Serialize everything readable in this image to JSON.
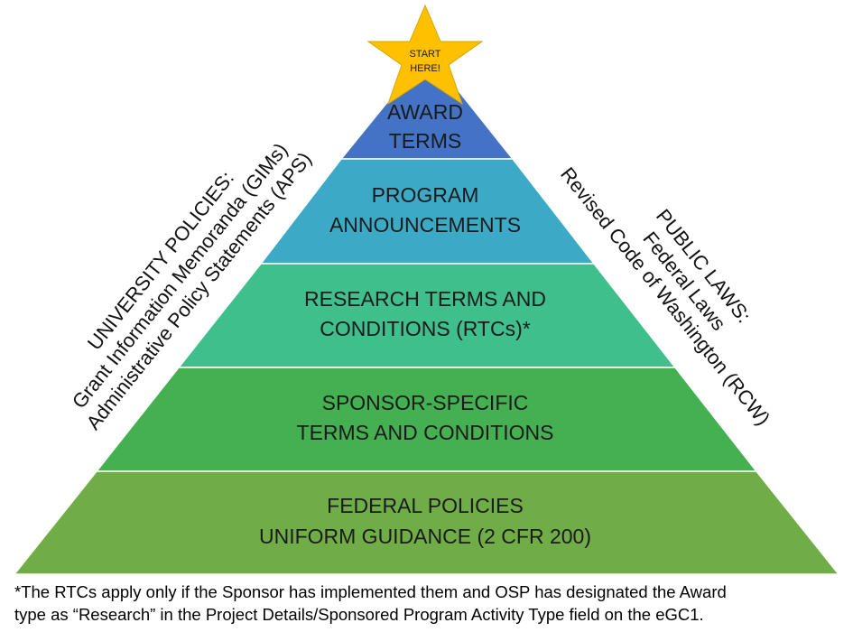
{
  "star": {
    "line1": "START",
    "line2": "HERE!",
    "color": "#FFC000"
  },
  "tiers": [
    {
      "line1": "AWARD",
      "line2": "TERMS",
      "color": "#4472C4"
    },
    {
      "line1": "PROGRAM",
      "line2": "ANNOUNCEMENTS",
      "color": "#3CA9C6"
    },
    {
      "line1": "RESEARCH TERMS AND",
      "line2": "CONDITIONS (RTCs)*",
      "color": "#3FBF8C"
    },
    {
      "line1": "SPONSOR-SPECIFIC",
      "line2": "TERMS AND CONDITIONS",
      "color": "#45B052"
    },
    {
      "line1": "FEDERAL POLICIES",
      "line2": "UNIFORM GUIDANCE (2 CFR 200)",
      "color": "#70AD47"
    }
  ],
  "left_side": {
    "line1": "UNIVERSITY POLICIES:",
    "line2": "Grant Information Memoranda (GIMs)",
    "line3": "Administrative Policy Statements (APS)"
  },
  "right_side": {
    "line1": "PUBLIC LAWS:",
    "line2": "Federal Laws",
    "line3": "Revised Code of Washington (RCW)"
  },
  "footnote": {
    "line1": "*The RTCs apply only if the Sponsor has implemented them and OSP has designated the Award",
    "line2": "type as “Research” in the Project Details/Sponsored Program Activity Type field on the eGC1."
  }
}
